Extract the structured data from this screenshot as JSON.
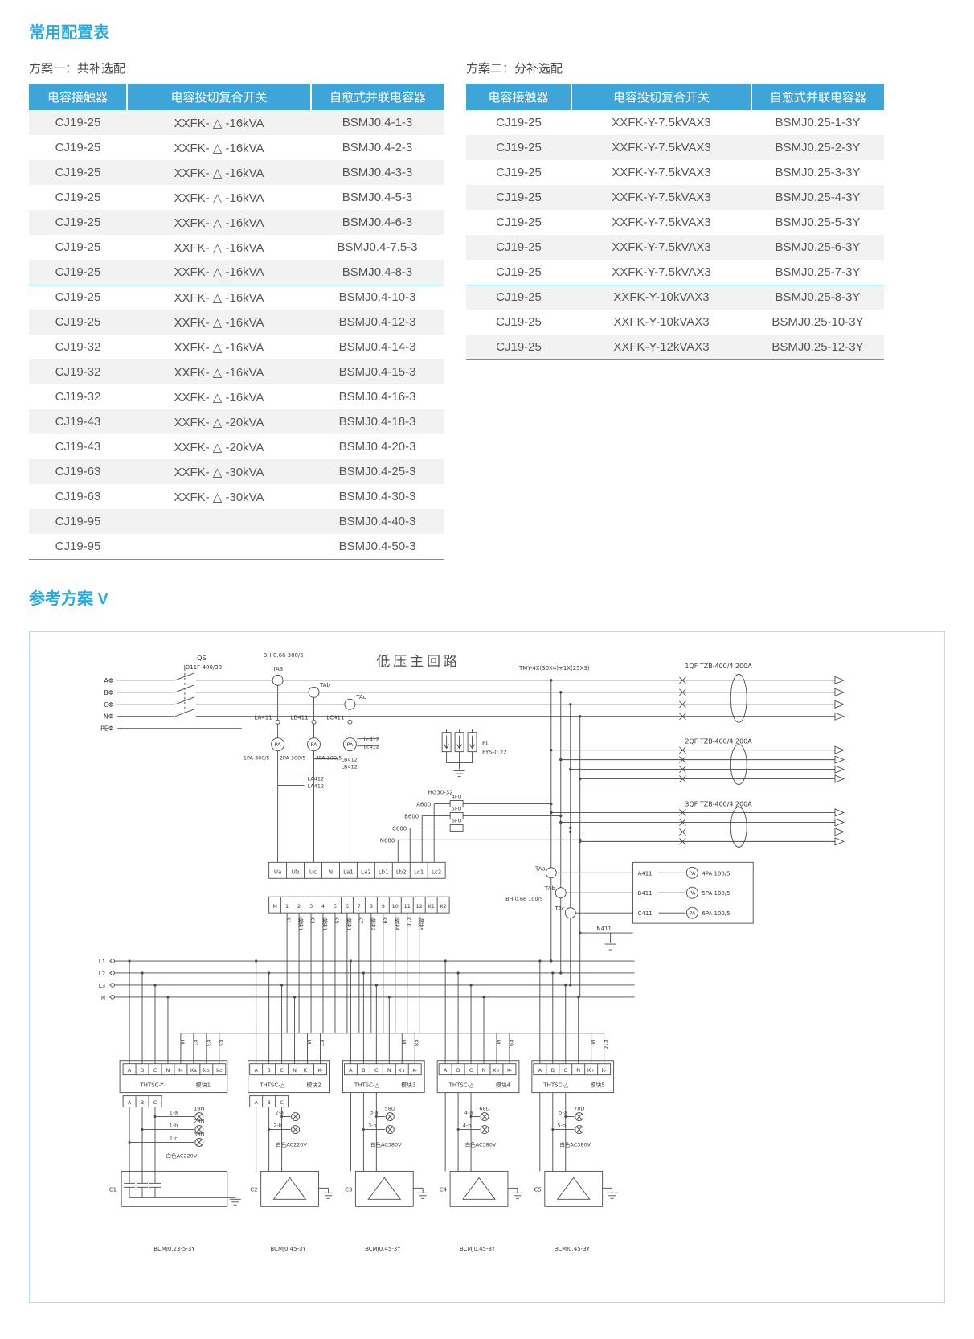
{
  "colors": {
    "accent": "#29abe2",
    "table_header_bg": "#3ea5d8",
    "row_stripe": "#f2f2f2",
    "body_text": "#595757",
    "diagram_line": "#4a4a4a"
  },
  "page": {
    "title": "常用配置表",
    "section2_title": "参考方案 V"
  },
  "table1": {
    "caption": "方案一：共补选配",
    "headers": [
      "电容接触器",
      "电容投切复合开关",
      "自愈式并联电容器"
    ],
    "rows": [
      [
        "CJ19-25",
        "XXFK- △ -16kVA",
        "BSMJ0.4-1-3"
      ],
      [
        "CJ19-25",
        "XXFK- △ -16kVA",
        "BSMJ0.4-2-3"
      ],
      [
        "CJ19-25",
        "XXFK- △ -16kVA",
        "BSMJ0.4-3-3"
      ],
      [
        "CJ19-25",
        "XXFK- △ -16kVA",
        "BSMJ0.4-5-3"
      ],
      [
        "CJ19-25",
        "XXFK- △ -16kVA",
        "BSMJ0.4-6-3"
      ],
      [
        "CJ19-25",
        "XXFK- △ -16kVA",
        "BSMJ0.4-7.5-3"
      ],
      [
        "CJ19-25",
        "XXFK- △ -16kVA",
        "BSMJ0.4-8-3"
      ],
      [
        "CJ19-25",
        "XXFK- △ -16kVA",
        "BSMJ0.4-10-3"
      ],
      [
        "CJ19-25",
        "XXFK- △ -16kVA",
        "BSMJ0.4-12-3"
      ],
      [
        "CJ19-32",
        "XXFK- △ -16kVA",
        "BSMJ0.4-14-3"
      ],
      [
        "CJ19-32",
        "XXFK- △ -16kVA",
        "BSMJ0.4-15-3"
      ],
      [
        "CJ19-32",
        "XXFK- △ -16kVA",
        "BSMJ0.4-16-3"
      ],
      [
        "CJ19-43",
        "XXFK- △ -20kVA",
        "BSMJ0.4-18-3"
      ],
      [
        "CJ19-43",
        "XXFK- △ -20kVA",
        "BSMJ0.4-20-3"
      ],
      [
        "CJ19-63",
        "XXFK- △ -30kVA",
        "BSMJ0.4-25-3"
      ],
      [
        "CJ19-63",
        "XXFK- △ -30kVA",
        "BSMJ0.4-30-3"
      ],
      [
        "CJ19-95",
        "",
        "BSMJ0.4-40-3"
      ],
      [
        "CJ19-95",
        "",
        "BSMJ0.4-50-3"
      ]
    ]
  },
  "table2": {
    "caption": "方案二：分补选配",
    "headers": [
      "电容接触器",
      "电容投切复合开关",
      "自愈式并联电容器"
    ],
    "rows": [
      [
        "CJ19-25",
        "XXFK-Y-7.5kVAX3",
        "BSMJ0.25-1-3Y"
      ],
      [
        "CJ19-25",
        "XXFK-Y-7.5kVAX3",
        "BSMJ0.25-2-3Y"
      ],
      [
        "CJ19-25",
        "XXFK-Y-7.5kVAX3",
        "BSMJ0.25-3-3Y"
      ],
      [
        "CJ19-25",
        "XXFK-Y-7.5kVAX3",
        "BSMJ0.25-4-3Y"
      ],
      [
        "CJ19-25",
        "XXFK-Y-7.5kVAX3",
        "BSMJ0.25-5-3Y"
      ],
      [
        "CJ19-25",
        "XXFK-Y-7.5kVAX3",
        "BSMJ0.25-6-3Y"
      ],
      [
        "CJ19-25",
        "XXFK-Y-7.5kVAX3",
        "BSMJ0.25-7-3Y"
      ],
      [
        "CJ19-25",
        "XXFK-Y-10kVAX3",
        "BSMJ0.25-8-3Y"
      ],
      [
        "CJ19-25",
        "XXFK-Y-10kVAX3",
        "BSMJ0.25-10-3Y"
      ],
      [
        "CJ19-25",
        "XXFK-Y-12kVAX3",
        "BSMJ0.25-12-3Y"
      ]
    ]
  },
  "diagram": {
    "title": "低压主回路",
    "qs": "QS",
    "qs_model": "HD11F-400/38",
    "ct1_model": "BH-0.66 300/5",
    "ct1_names": [
      "TAa",
      "TAb",
      "TAc"
    ],
    "busbar": "TMY-4X(30X4)+1X(25X3)",
    "breakers": [
      "1QF TZB-400/4 200A",
      "2QF TZB-400/4 200A",
      "3QF TZB-400/4 200A"
    ],
    "phases": [
      "AΦ",
      "BΦ",
      "CΦ",
      "NΦ",
      "PEΦ"
    ],
    "tap_labels": [
      "LA411",
      "LB411",
      "LC411"
    ],
    "pa_glyph": "PA",
    "pa_meters": [
      "1PA 300/5",
      "2PA 300/5",
      "3PA 300/5"
    ],
    "jumper_labels": [
      "Lc412",
      "Lc412",
      "LB412",
      "LB412",
      "LA412",
      "LA412"
    ],
    "bl": "BL",
    "bl_model": "FYS-0.22",
    "hg": "HG30-32",
    "fuse_wires": [
      "A600",
      "B600",
      "C600",
      "N600"
    ],
    "fuse_names": [
      "4FU",
      "5FU",
      "6FU"
    ],
    "terminal_row1": [
      "Ua",
      "Ub",
      "Uc",
      "N",
      "La1",
      "La2",
      "Lb1",
      "Lb2",
      "Lc1",
      "Lc2"
    ],
    "terminal_row2": [
      "M",
      "1",
      "2",
      "3",
      "4",
      "5",
      "6",
      "7",
      "8",
      "9",
      "10",
      "11",
      "12",
      "K1",
      "K2"
    ],
    "wire_tags": [
      "K1",
      "模块1",
      "K3",
      "模块1",
      "K5",
      "模块1",
      "K7",
      "模块2",
      "K9",
      "模块4",
      "K10",
      "模块5"
    ],
    "ct2_model": "BH-0.66 100/5",
    "ct2_names": [
      "TAa",
      "TAb",
      "TAc"
    ],
    "ct2_wires": [
      "A411",
      "B411",
      "C411"
    ],
    "ct2_meters": [
      "4PA 100/5",
      "5PA 100/5",
      "6PA 100/5"
    ],
    "n411": "N411",
    "bus": [
      "L1",
      "L2",
      "L3",
      "N"
    ],
    "modules": [
      {
        "top_tags": [
          "M",
          "K1",
          "K3",
          "K5"
        ],
        "terminals": [
          "A",
          "B",
          "C",
          "N",
          "M",
          "Ka",
          "kb",
          "kc"
        ],
        "name": "THTSC-Y",
        "ref": "模块1",
        "sub_terminals": [
          "A",
          "B",
          "C"
        ],
        "lamp_wires": [
          "1-a",
          "1-b",
          "1-c"
        ],
        "lamp_names": [
          "1BN",
          "2BN",
          "3BN"
        ],
        "voltage": "白色AC220V",
        "cap": "C1",
        "model": "BCMJ0.23-5-3Y"
      },
      {
        "top_tags": [
          "M",
          "K7"
        ],
        "terminals": [
          "A",
          "B",
          "C",
          "N",
          "K+",
          "K-"
        ],
        "name": "THTSC-△",
        "ref": "模块2",
        "sub_terminals": [
          "A",
          "B",
          "C"
        ],
        "lamp_wires": [
          "2-a",
          "2-b"
        ],
        "lamp_names": [
          "",
          ""
        ],
        "voltage": "白色AC220V",
        "cap": "C2",
        "model": "BCMJ0.45-3Y"
      },
      {
        "top_tags": [
          "M",
          "K8"
        ],
        "terminals": [
          "A",
          "B",
          "C",
          "N",
          "K+",
          "K-"
        ],
        "name": "THTSC-△",
        "ref": "模块3",
        "lamp_wires": [
          "3-a",
          "3-b"
        ],
        "lamp_names": [
          "58D",
          ""
        ],
        "voltage": "白色AC380V",
        "cap": "C3",
        "model": "BCMJ0.45-3Y"
      },
      {
        "top_tags": [
          "M",
          "K9"
        ],
        "terminals": [
          "A",
          "B",
          "C",
          "N",
          "K+",
          "K-"
        ],
        "name": "THTSC-△",
        "ref": "模块4",
        "lamp_wires": [
          "4-a",
          "4-b"
        ],
        "lamp_names": [
          "68D",
          ""
        ],
        "voltage": "白色AC380V",
        "cap": "C4",
        "model": "BCMJ0.45-3Y"
      },
      {
        "top_tags": [
          "M",
          "K10"
        ],
        "terminals": [
          "A",
          "B",
          "C",
          "N",
          "K+",
          "K-"
        ],
        "name": "THTSC-△",
        "ref": "模块5",
        "lamp_wires": [
          "5-a",
          "5-b"
        ],
        "lamp_names": [
          "78D",
          ""
        ],
        "voltage": "白色AC380V",
        "cap": "C5",
        "model": "BCMJ0.45-3Y"
      }
    ]
  }
}
